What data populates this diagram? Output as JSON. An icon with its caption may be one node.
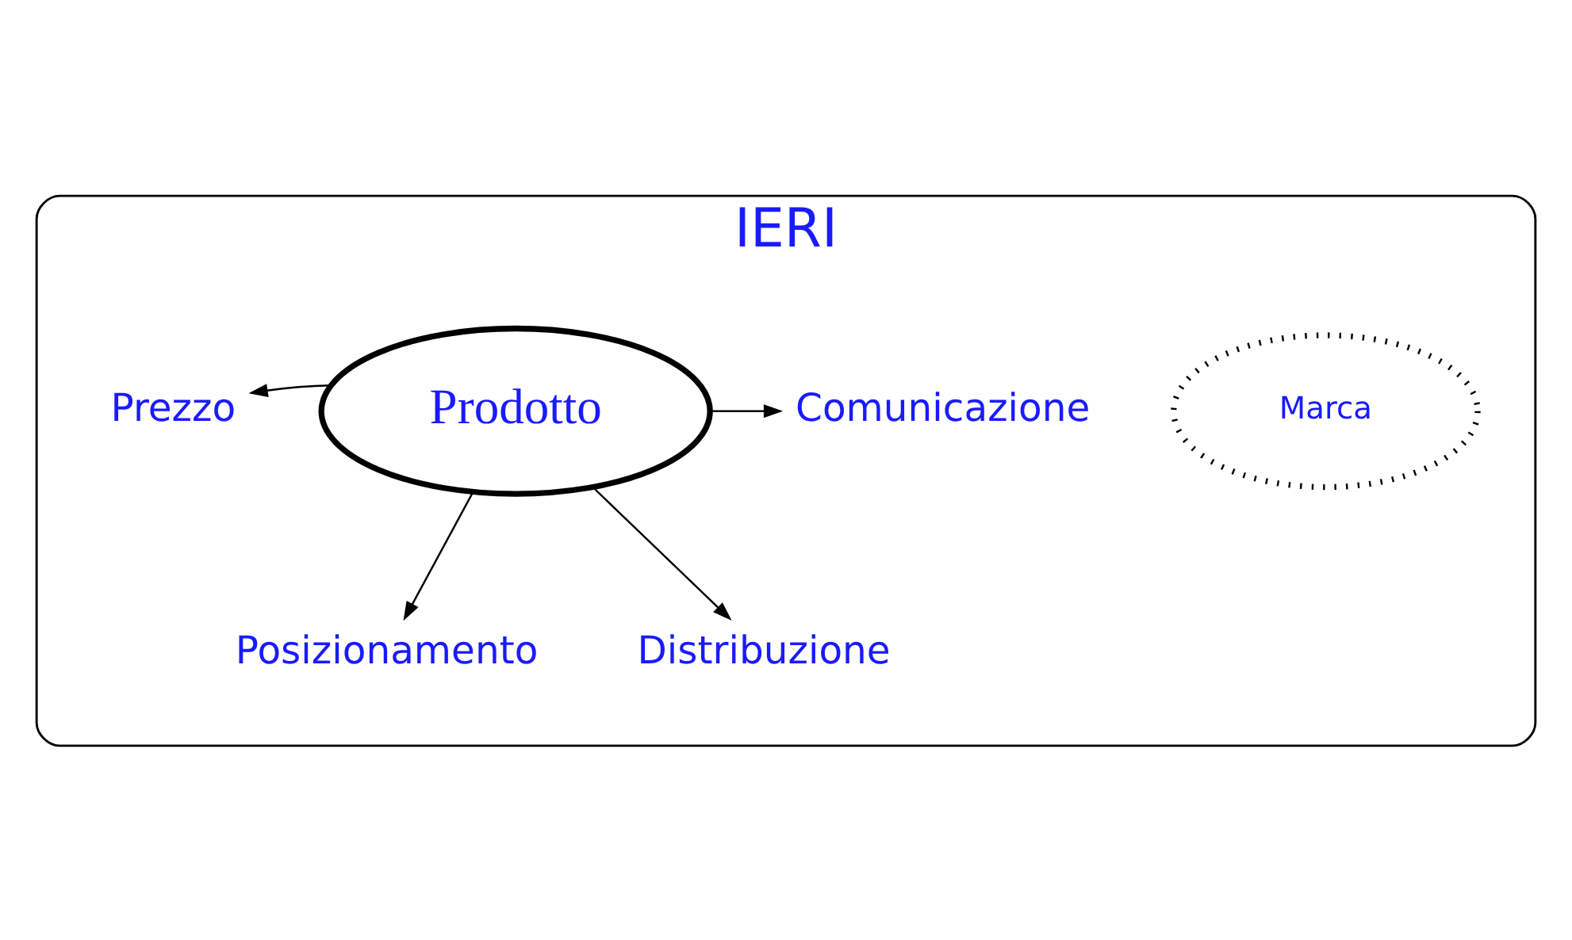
{
  "diagram": {
    "nodes": [
      {
        "text": [
          "IERI"
        ]
      },
      {
        "text": [
          "Prodotto"
        ],
        "in": 0
      },
      {
        "text": [
          "Prezzo"
        ],
        "in": 0
      },
      {
        "text": [
          "Comunicazione"
        ],
        "in": 0
      },
      {
        "text": [
          "Marca"
        ],
        "in": 0
      },
      {
        "text": [
          "Posizionamento"
        ],
        "in": 0
      },
      {
        "text": [
          "Distribuzione"
        ],
        "in": 0
      }
    ],
    "edges": [
      {
        "from": 1,
        "to": 2,
        "arrow": "to"
      },
      {
        "from": 1,
        "to": 3,
        "arrow": "to"
      },
      {
        "from": 1,
        "to": 5,
        "arrow": "to"
      },
      {
        "from": 1,
        "to": 6,
        "arrow": "to"
      }
    ]
  }
}
